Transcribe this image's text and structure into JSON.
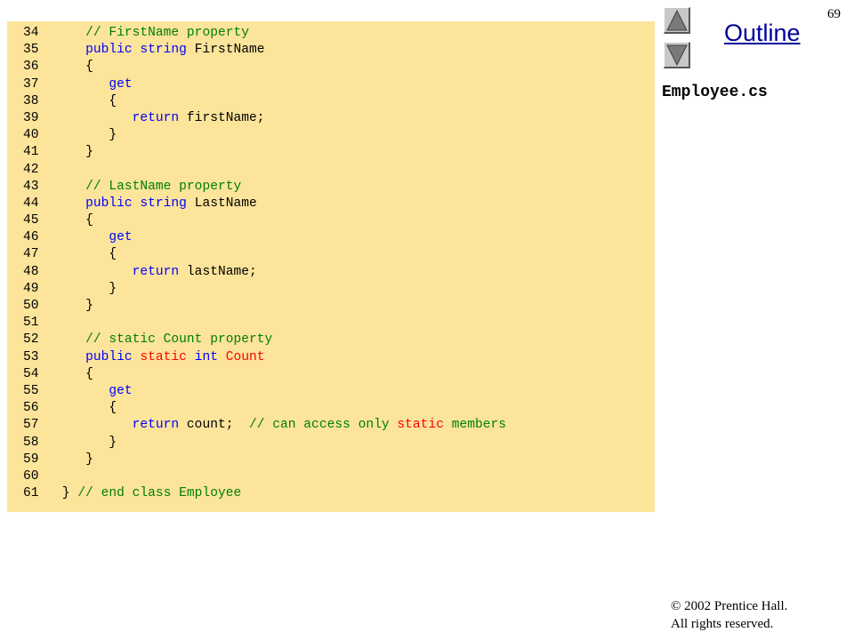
{
  "page_number": "69",
  "outline": {
    "title": "Outline"
  },
  "nav": {
    "prev_icon": "up-triangle-icon",
    "next_icon": "down-triangle-icon"
  },
  "file_name": "Employee.cs",
  "copyright": {
    "line1": "© 2002 Prentice Hall.",
    "line2": "All rights reserved."
  },
  "colors": {
    "panel_background": "#fce49a",
    "comment": "#008000",
    "keyword": "#0000ff",
    "static_keyword": "#ff0000",
    "outline_link": "#000099"
  },
  "code_lines": [
    {
      "num": "34",
      "tokens": [
        {
          "t": "   ",
          "c": "plain"
        },
        {
          "t": "// FirstName property",
          "c": "comment"
        }
      ]
    },
    {
      "num": "35",
      "tokens": [
        {
          "t": "   ",
          "c": "plain"
        },
        {
          "t": "public string",
          "c": "keyword"
        },
        {
          "t": " FirstName",
          "c": "plain"
        }
      ]
    },
    {
      "num": "36",
      "tokens": [
        {
          "t": "   {",
          "c": "plain"
        }
      ]
    },
    {
      "num": "37",
      "tokens": [
        {
          "t": "      ",
          "c": "plain"
        },
        {
          "t": "get",
          "c": "keyword"
        }
      ]
    },
    {
      "num": "38",
      "tokens": [
        {
          "t": "      {",
          "c": "plain"
        }
      ]
    },
    {
      "num": "39",
      "tokens": [
        {
          "t": "         ",
          "c": "plain"
        },
        {
          "t": "return",
          "c": "keyword"
        },
        {
          "t": " firstName;",
          "c": "plain"
        }
      ]
    },
    {
      "num": "40",
      "tokens": [
        {
          "t": "      }",
          "c": "plain"
        }
      ]
    },
    {
      "num": "41",
      "tokens": [
        {
          "t": "   }",
          "c": "plain"
        }
      ]
    },
    {
      "num": "42",
      "tokens": []
    },
    {
      "num": "43",
      "tokens": [
        {
          "t": "   ",
          "c": "plain"
        },
        {
          "t": "// LastName property",
          "c": "comment"
        }
      ]
    },
    {
      "num": "44",
      "tokens": [
        {
          "t": "   ",
          "c": "plain"
        },
        {
          "t": "public string",
          "c": "keyword"
        },
        {
          "t": " LastName",
          "c": "plain"
        }
      ]
    },
    {
      "num": "45",
      "tokens": [
        {
          "t": "   {",
          "c": "plain"
        }
      ]
    },
    {
      "num": "46",
      "tokens": [
        {
          "t": "      ",
          "c": "plain"
        },
        {
          "t": "get",
          "c": "keyword"
        }
      ]
    },
    {
      "num": "47",
      "tokens": [
        {
          "t": "      {",
          "c": "plain"
        }
      ]
    },
    {
      "num": "48",
      "tokens": [
        {
          "t": "         ",
          "c": "plain"
        },
        {
          "t": "return",
          "c": "keyword"
        },
        {
          "t": " lastName;",
          "c": "plain"
        }
      ]
    },
    {
      "num": "49",
      "tokens": [
        {
          "t": "      }",
          "c": "plain"
        }
      ]
    },
    {
      "num": "50",
      "tokens": [
        {
          "t": "   }",
          "c": "plain"
        }
      ]
    },
    {
      "num": "51",
      "tokens": []
    },
    {
      "num": "52",
      "tokens": [
        {
          "t": "   ",
          "c": "plain"
        },
        {
          "t": "// static Count property",
          "c": "comment"
        }
      ]
    },
    {
      "num": "53",
      "tokens": [
        {
          "t": "   ",
          "c": "plain"
        },
        {
          "t": "public",
          "c": "keyword"
        },
        {
          "t": " ",
          "c": "plain"
        },
        {
          "t": "static",
          "c": "static"
        },
        {
          "t": " ",
          "c": "plain"
        },
        {
          "t": "int",
          "c": "keyword"
        },
        {
          "t": " Count",
          "c": "static"
        }
      ]
    },
    {
      "num": "54",
      "tokens": [
        {
          "t": "   {",
          "c": "plain"
        }
      ]
    },
    {
      "num": "55",
      "tokens": [
        {
          "t": "      ",
          "c": "plain"
        },
        {
          "t": "get",
          "c": "keyword"
        }
      ]
    },
    {
      "num": "56",
      "tokens": [
        {
          "t": "      {",
          "c": "plain"
        }
      ]
    },
    {
      "num": "57",
      "tokens": [
        {
          "t": "         ",
          "c": "plain"
        },
        {
          "t": "return",
          "c": "keyword"
        },
        {
          "t": " count;  ",
          "c": "plain"
        },
        {
          "t": "// can access only ",
          "c": "comment"
        },
        {
          "t": "static",
          "c": "static"
        },
        {
          "t": " members",
          "c": "comment"
        }
      ]
    },
    {
      "num": "58",
      "tokens": [
        {
          "t": "      }",
          "c": "plain"
        }
      ]
    },
    {
      "num": "59",
      "tokens": [
        {
          "t": "   }",
          "c": "plain"
        }
      ]
    },
    {
      "num": "60",
      "tokens": []
    },
    {
      "num": "61",
      "tokens": [
        {
          "t": "} ",
          "c": "plain"
        },
        {
          "t": "// end class Employee",
          "c": "comment"
        }
      ]
    }
  ]
}
